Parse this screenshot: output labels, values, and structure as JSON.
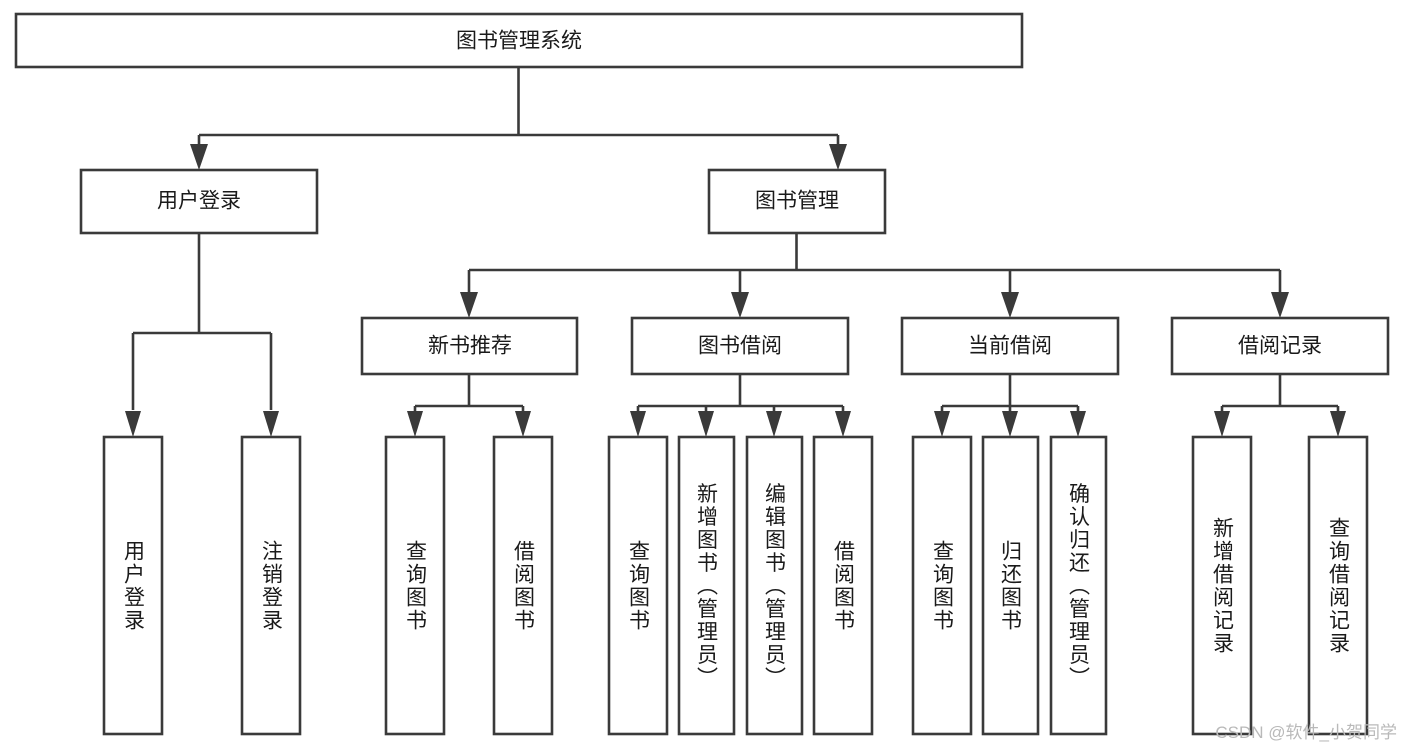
{
  "diagram": {
    "type": "tree-hierarchy-chart",
    "title": "图书管理系统",
    "watermark": "CSDN @软件_小贺同学",
    "colors": {
      "stroke": "#3a3a3a",
      "fill": "#ffffff",
      "text": "#1a1a1a",
      "watermark": "#b9b9b9"
    },
    "levels": {
      "root": {
        "label": "图书管理系统",
        "orientation": "horizontal"
      },
      "level1": [
        {
          "label": "用户登录",
          "orientation": "horizontal"
        },
        {
          "label": "图书管理",
          "orientation": "horizontal"
        }
      ],
      "level2": [
        {
          "label": "新书推荐",
          "orientation": "horizontal"
        },
        {
          "label": "图书借阅",
          "orientation": "horizontal"
        },
        {
          "label": "当前借阅",
          "orientation": "horizontal"
        },
        {
          "label": "借阅记录",
          "orientation": "horizontal"
        }
      ],
      "leaves": [
        {
          "label": "用户登录",
          "orientation": "vertical",
          "parent": "用户登录"
        },
        {
          "label": "注销登录",
          "orientation": "vertical",
          "parent": "用户登录"
        },
        {
          "label": "查询图书",
          "orientation": "vertical",
          "parent": "新书推荐"
        },
        {
          "label": "借阅图书",
          "orientation": "vertical",
          "parent": "新书推荐"
        },
        {
          "label": "查询图书",
          "orientation": "vertical",
          "parent": "图书借阅"
        },
        {
          "label": "新增图书（管理员）",
          "orientation": "vertical",
          "parent": "图书借阅"
        },
        {
          "label": "编辑图书（管理员）",
          "orientation": "vertical",
          "parent": "图书借阅"
        },
        {
          "label": "借阅图书",
          "orientation": "vertical",
          "parent": "图书借阅"
        },
        {
          "label": "查询图书",
          "orientation": "vertical",
          "parent": "当前借阅"
        },
        {
          "label": "归还图书",
          "orientation": "vertical",
          "parent": "当前借阅"
        },
        {
          "label": "确认归还（管理员）",
          "orientation": "vertical",
          "parent": "当前借阅"
        },
        {
          "label": "新增借阅记录",
          "orientation": "vertical",
          "parent": "借阅记录"
        },
        {
          "label": "查询借阅记录",
          "orientation": "vertical",
          "parent": "借阅记录"
        }
      ]
    }
  }
}
